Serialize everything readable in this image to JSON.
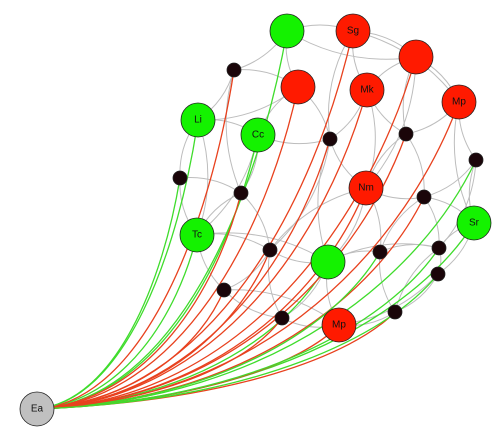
{
  "colors": {
    "background": "#ffffff",
    "red": "#ff1a00",
    "green": "#14f200",
    "dark": "#1a0509",
    "grey": "#c0c0c0",
    "edge_grey": "#bdbdbd",
    "edge_red": "#e8411e",
    "edge_green": "#3fdc2c"
  },
  "nodes": [
    {
      "id": "Ea",
      "label": "Ea",
      "color": "grey"
    },
    {
      "id": "top_green",
      "label": "",
      "color": "green"
    },
    {
      "id": "Sg",
      "label": "Sg",
      "color": "red"
    },
    {
      "id": "top_red",
      "label": "",
      "color": "red"
    },
    {
      "id": "mid_red",
      "label": "",
      "color": "red"
    },
    {
      "id": "Mk",
      "label": "Mk",
      "color": "red"
    },
    {
      "id": "Mp_top",
      "label": "Mp",
      "color": "red"
    },
    {
      "id": "Li",
      "label": "Li",
      "color": "green"
    },
    {
      "id": "Cc",
      "label": "Cc",
      "color": "green"
    },
    {
      "id": "Nm",
      "label": "Nm",
      "color": "red"
    },
    {
      "id": "Tc",
      "label": "Tc",
      "color": "green"
    },
    {
      "id": "Sr",
      "label": "Sr",
      "color": "green"
    },
    {
      "id": "center_green",
      "label": "",
      "color": "green"
    },
    {
      "id": "Mp_bottom",
      "label": "Mp",
      "color": "red"
    },
    {
      "id": "d1",
      "label": "",
      "color": "dark"
    },
    {
      "id": "d2",
      "label": "",
      "color": "dark"
    },
    {
      "id": "d3",
      "label": "",
      "color": "dark"
    },
    {
      "id": "d4",
      "label": "",
      "color": "dark"
    },
    {
      "id": "d5",
      "label": "",
      "color": "dark"
    },
    {
      "id": "d6",
      "label": "",
      "color": "dark"
    },
    {
      "id": "d7",
      "label": "",
      "color": "dark"
    },
    {
      "id": "d8",
      "label": "",
      "color": "dark"
    },
    {
      "id": "d9",
      "label": "",
      "color": "dark"
    },
    {
      "id": "d10",
      "label": "",
      "color": "dark"
    },
    {
      "id": "d11",
      "label": "",
      "color": "dark"
    },
    {
      "id": "d12",
      "label": "",
      "color": "dark"
    },
    {
      "id": "d13",
      "label": "",
      "color": "dark"
    },
    {
      "id": "d14",
      "label": "",
      "color": "dark"
    }
  ],
  "edges_from_ea": [
    {
      "to": "top_green",
      "color": "edge_green"
    },
    {
      "to": "Sg",
      "color": "edge_red"
    },
    {
      "to": "top_red",
      "color": "edge_red"
    },
    {
      "to": "mid_red",
      "color": "edge_red"
    },
    {
      "to": "Mk",
      "color": "edge_red"
    },
    {
      "to": "Mp_top",
      "color": "edge_red"
    },
    {
      "to": "Li",
      "color": "edge_green"
    },
    {
      "to": "Cc",
      "color": "edge_green"
    },
    {
      "to": "Nm",
      "color": "edge_red"
    },
    {
      "to": "Tc",
      "color": "edge_green"
    },
    {
      "to": "Sr",
      "color": "edge_green"
    },
    {
      "to": "center_green",
      "color": "edge_green"
    },
    {
      "to": "Mp_bottom",
      "color": "edge_red"
    },
    {
      "to": "d1",
      "color": "edge_red"
    },
    {
      "to": "d2",
      "color": "edge_green"
    },
    {
      "to": "d3",
      "color": "edge_red"
    },
    {
      "to": "d4",
      "color": "edge_red"
    },
    {
      "to": "d5",
      "color": "edge_green"
    },
    {
      "to": "d6",
      "color": "edge_red"
    },
    {
      "to": "d7",
      "color": "edge_red"
    },
    {
      "to": "d8",
      "color": "edge_red"
    },
    {
      "to": "d9",
      "color": "edge_green"
    },
    {
      "to": "d10",
      "color": "edge_red"
    },
    {
      "to": "d11",
      "color": "edge_red"
    },
    {
      "to": "d12",
      "color": "edge_green"
    },
    {
      "to": "d13",
      "color": "edge_red"
    },
    {
      "to": "d14",
      "color": "edge_green"
    }
  ],
  "edges_between": [
    [
      "top_green",
      "Sg"
    ],
    [
      "top_green",
      "mid_red"
    ],
    [
      "top_green",
      "d1"
    ],
    [
      "top_green",
      "top_red"
    ],
    [
      "Sg",
      "top_red"
    ],
    [
      "Sg",
      "Mk"
    ],
    [
      "Sg",
      "Mp_top"
    ],
    [
      "Sg",
      "d3"
    ],
    [
      "top_red",
      "Mp_top"
    ],
    [
      "top_red",
      "d4"
    ],
    [
      "top_red",
      "Nm"
    ],
    [
      "top_red",
      "Mk"
    ],
    [
      "mid_red",
      "Li"
    ],
    [
      "mid_red",
      "Cc"
    ],
    [
      "mid_red",
      "d3"
    ],
    [
      "mid_red",
      "d1"
    ],
    [
      "Mk",
      "d3"
    ],
    [
      "Mk",
      "d4"
    ],
    [
      "Mk",
      "Nm"
    ],
    [
      "Mp_top",
      "d5"
    ],
    [
      "Mp_top",
      "d4"
    ],
    [
      "Mp_top",
      "Sr"
    ],
    [
      "Li",
      "Cc"
    ],
    [
      "Li",
      "d2"
    ],
    [
      "Li",
      "Tc"
    ],
    [
      "Li",
      "d1"
    ],
    [
      "Cc",
      "d6"
    ],
    [
      "Cc",
      "d3"
    ],
    [
      "Cc",
      "Tc"
    ],
    [
      "d2",
      "Tc"
    ],
    [
      "d2",
      "d6"
    ],
    [
      "d6",
      "Tc"
    ],
    [
      "d6",
      "d7"
    ],
    [
      "d3",
      "Nm"
    ],
    [
      "d3",
      "d7"
    ],
    [
      "d3",
      "center_green"
    ],
    [
      "d4",
      "d8"
    ],
    [
      "d4",
      "Nm"
    ],
    [
      "d5",
      "d8"
    ],
    [
      "d5",
      "Sr"
    ],
    [
      "Nm",
      "center_green"
    ],
    [
      "Nm",
      "d8"
    ],
    [
      "Nm",
      "d9"
    ],
    [
      "Nm",
      "d7"
    ],
    [
      "Tc",
      "d7"
    ],
    [
      "Tc",
      "d10"
    ],
    [
      "Tc",
      "center_green"
    ],
    [
      "d7",
      "center_green"
    ],
    [
      "d7",
      "d10"
    ],
    [
      "d7",
      "d11"
    ],
    [
      "d8",
      "d12"
    ],
    [
      "d8",
      "d9"
    ],
    [
      "d8",
      "Sr"
    ],
    [
      "d9",
      "center_green"
    ],
    [
      "d9",
      "d12"
    ],
    [
      "d9",
      "d13"
    ],
    [
      "center_green",
      "d11"
    ],
    [
      "center_green",
      "Mp_bottom"
    ],
    [
      "center_green",
      "d12"
    ],
    [
      "d10",
      "d11"
    ],
    [
      "d10",
      "Mp_bottom"
    ],
    [
      "d11",
      "Mp_bottom"
    ],
    [
      "d12",
      "d14"
    ],
    [
      "d12",
      "d13"
    ],
    [
      "d13",
      "Mp_bottom"
    ],
    [
      "d13",
      "d14"
    ],
    [
      "Sr",
      "d14"
    ],
    [
      "Sr",
      "d12"
    ],
    [
      "d14",
      "Mp_bottom"
    ],
    [
      "d1",
      "d6"
    ],
    [
      "d5",
      "d12"
    ]
  ]
}
